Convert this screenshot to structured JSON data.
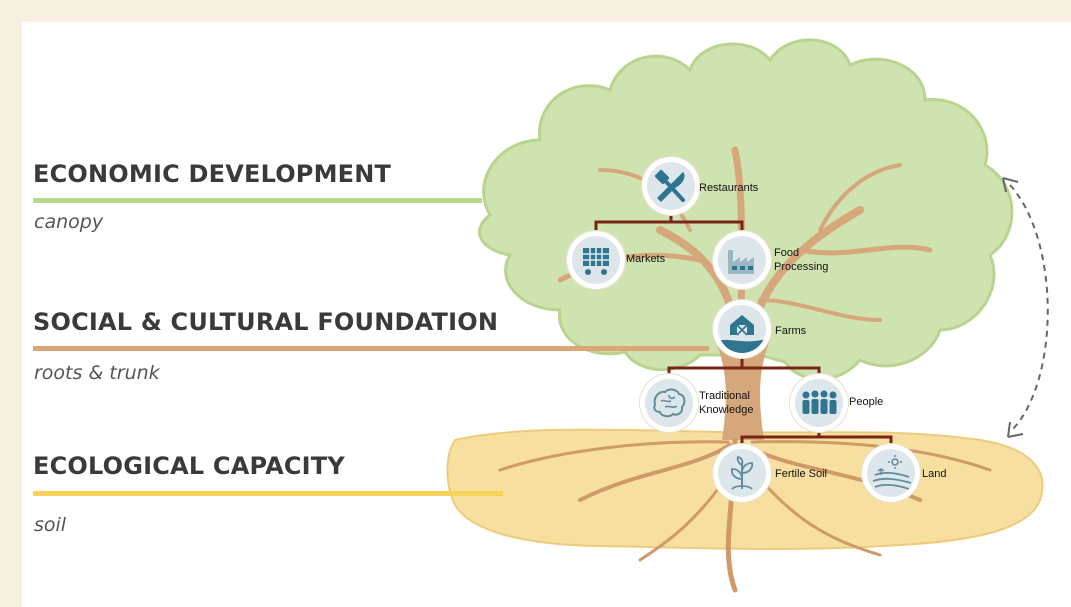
{
  "layers": [
    {
      "title": "ECONOMIC DEVELOPMENT",
      "subtitle": "canopy",
      "color": "#b9d98a"
    },
    {
      "title": "SOCIAL & CULTURAL FOUNDATION",
      "subtitle": "roots & trunk",
      "color": "#d9a676"
    },
    {
      "title": "ECOLOGICAL CAPACITY",
      "subtitle": "soil",
      "color": "#f7d35a"
    }
  ],
  "nodes": {
    "restaurants": {
      "label": "Restaurants",
      "icon": "fork-knife-icon"
    },
    "markets": {
      "label": "Markets",
      "icon": "market-cart-icon"
    },
    "food_processing": {
      "label_line1": "Food",
      "label_line2": "Processing",
      "icon": "factory-icon"
    },
    "farms": {
      "label": "Farms",
      "icon": "barn-icon"
    },
    "traditional_knowledge": {
      "label_line1": "Traditional",
      "label_line2": "Knowledge",
      "icon": "brain-icon"
    },
    "people": {
      "label": "People",
      "icon": "people-icon"
    },
    "fertile_soil": {
      "label": "Fertile Soil",
      "icon": "sprout-icon"
    },
    "land": {
      "label": "Land",
      "icon": "field-icon"
    }
  },
  "colors": {
    "connector": "#7a2418",
    "icon": "#2f7590",
    "canopy": "#cfe3b0",
    "trunk": "#d6a77a",
    "soil": "#f7dfa0"
  }
}
